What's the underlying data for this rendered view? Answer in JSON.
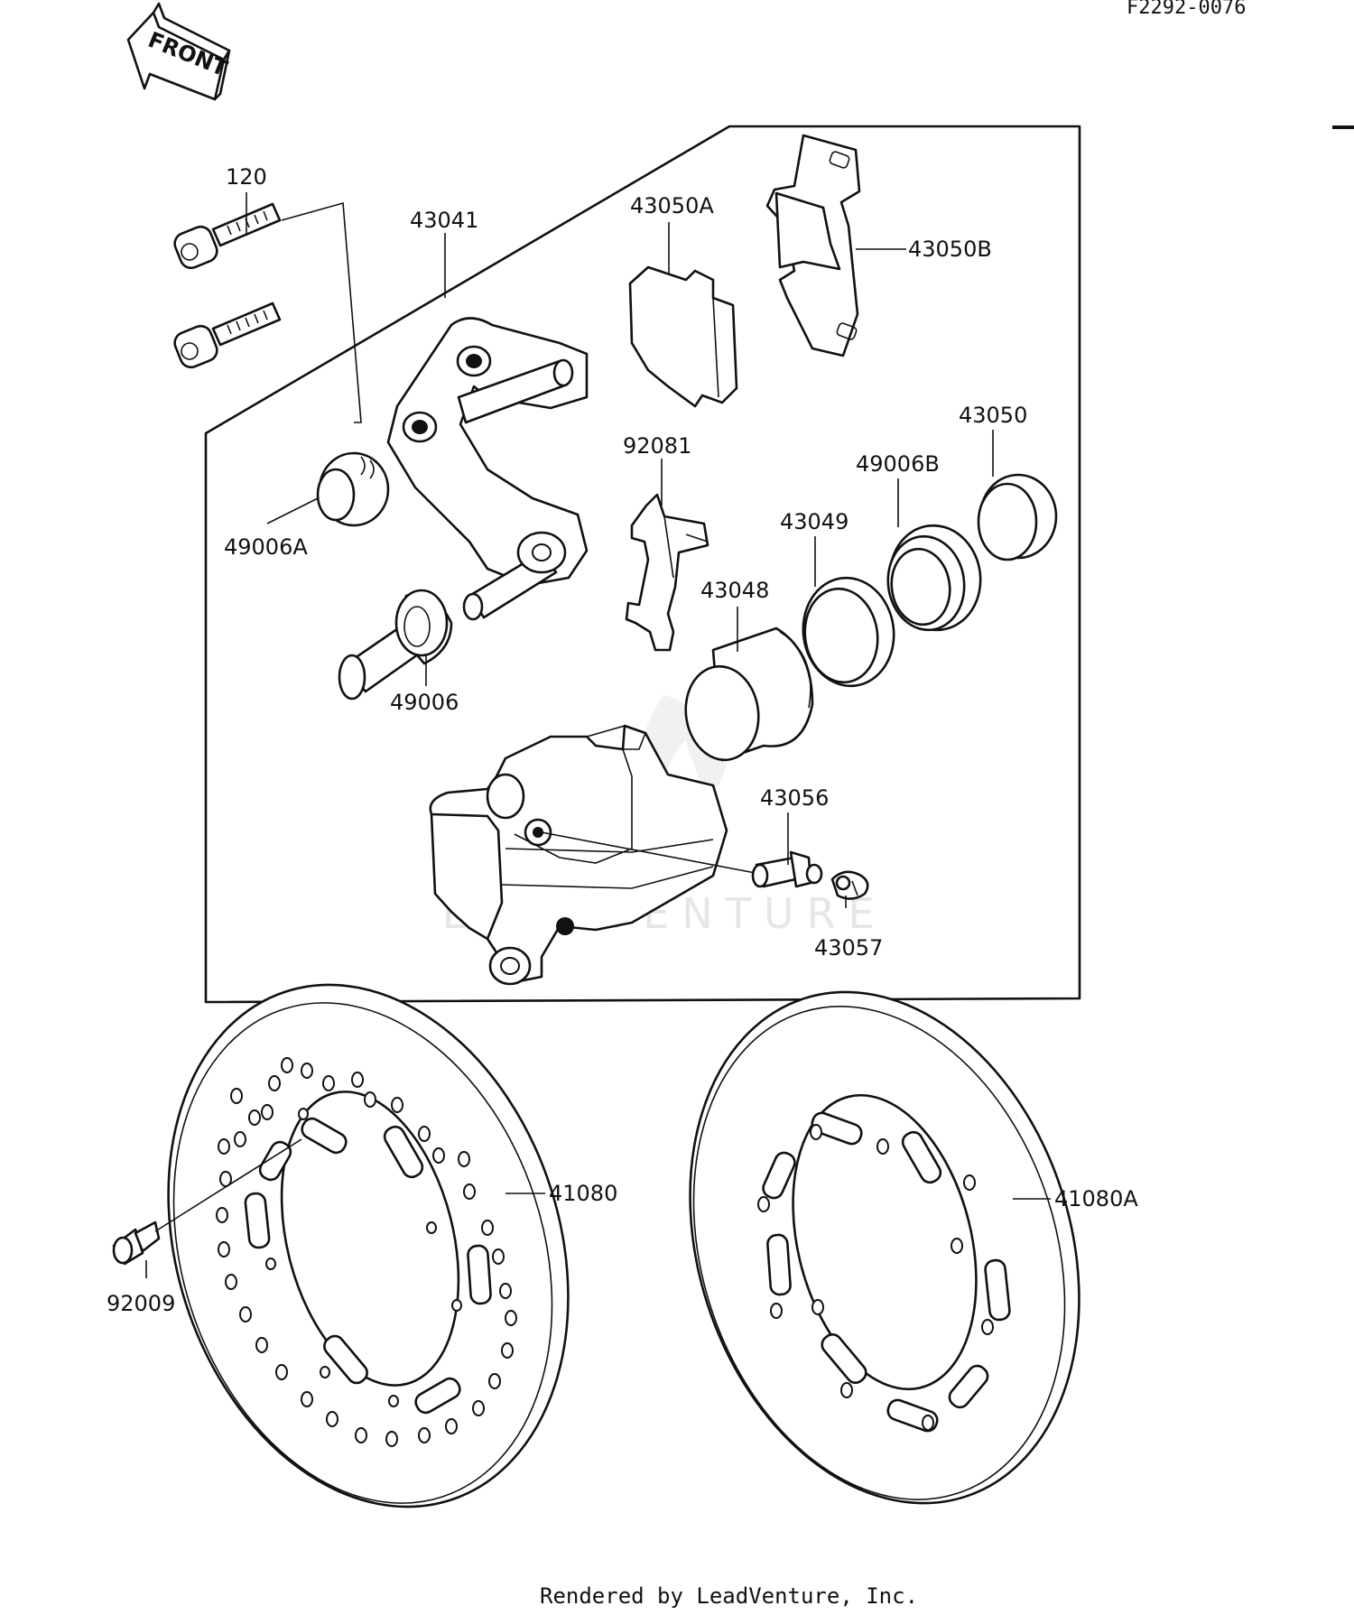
{
  "diagram_code": "F2292-0076",
  "front_arrow_text": "FRONT",
  "watermark": "LEADVENTURE",
  "footer": "Rendered by LeadVenture, Inc.",
  "parts": [
    {
      "id": "120"
    },
    {
      "id": "43041"
    },
    {
      "id": "43050A"
    },
    {
      "id": "43050B"
    },
    {
      "id": "92081"
    },
    {
      "id": "43050"
    },
    {
      "id": "49006B"
    },
    {
      "id": "43049"
    },
    {
      "id": "49006A"
    },
    {
      "id": "43048"
    },
    {
      "id": "49006"
    },
    {
      "id": "43056"
    },
    {
      "id": "43057"
    },
    {
      "id": "41080"
    },
    {
      "id": "41080A"
    },
    {
      "id": "92009"
    }
  ]
}
